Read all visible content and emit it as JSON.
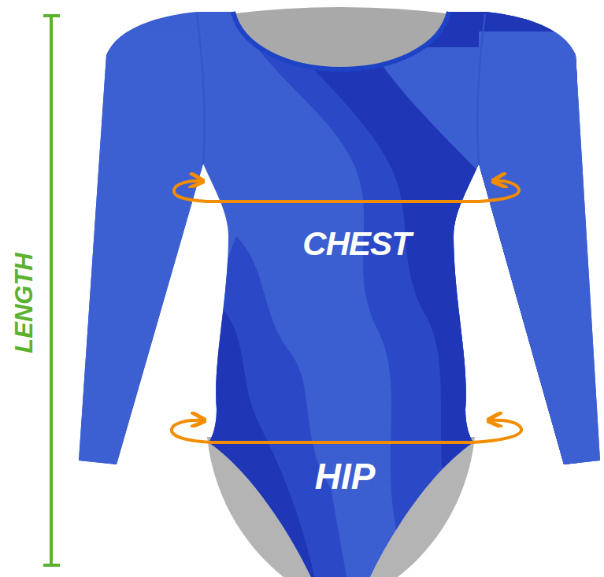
{
  "diagram": {
    "labels": [
      "LENGTH",
      "CHEST",
      "HIP"
    ]
  }
}
